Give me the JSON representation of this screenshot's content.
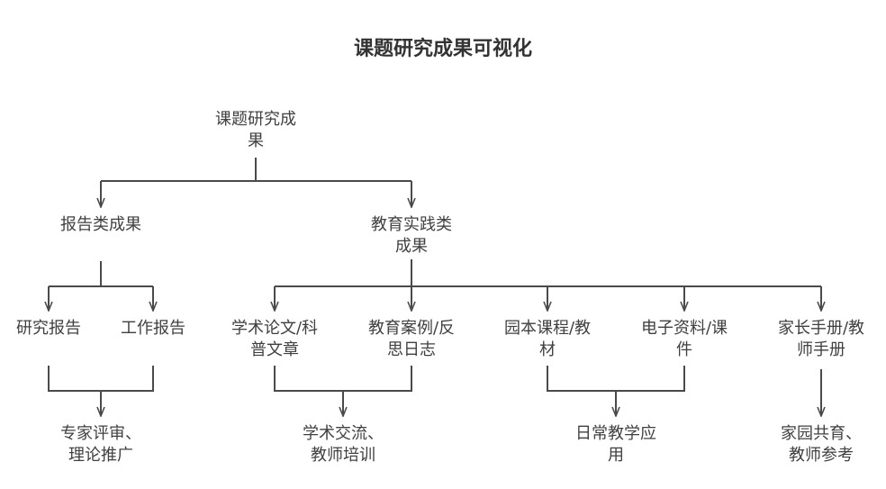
{
  "title": "课题研究成果可视化",
  "nodes": {
    "root": [
      "课题研究成",
      "果"
    ],
    "report": [
      "报告类成果"
    ],
    "practice": [
      "教育实践类",
      "成果"
    ],
    "research_report": [
      "研究报告"
    ],
    "work_report": [
      "工作报告"
    ],
    "papers": [
      "学术论文/科",
      "普文章"
    ],
    "cases": [
      "教育案例/反",
      "思日志"
    ],
    "curriculum": [
      "园本课程/教",
      "材"
    ],
    "e_materials": [
      "电子资料/课",
      "件"
    ],
    "parent_handbook": [
      "家长手册/教",
      "师手册"
    ],
    "expert_review": [
      "专家评审、",
      "理论推广"
    ],
    "academic_exchange": [
      "学术交流、",
      "教师培训"
    ],
    "daily_use": [
      "日常教学应",
      "用"
    ],
    "home_coedu": [
      "家园共育、",
      "教师参考"
    ]
  },
  "colors": {
    "line": "#4a4a4a",
    "text": "#404040"
  }
}
